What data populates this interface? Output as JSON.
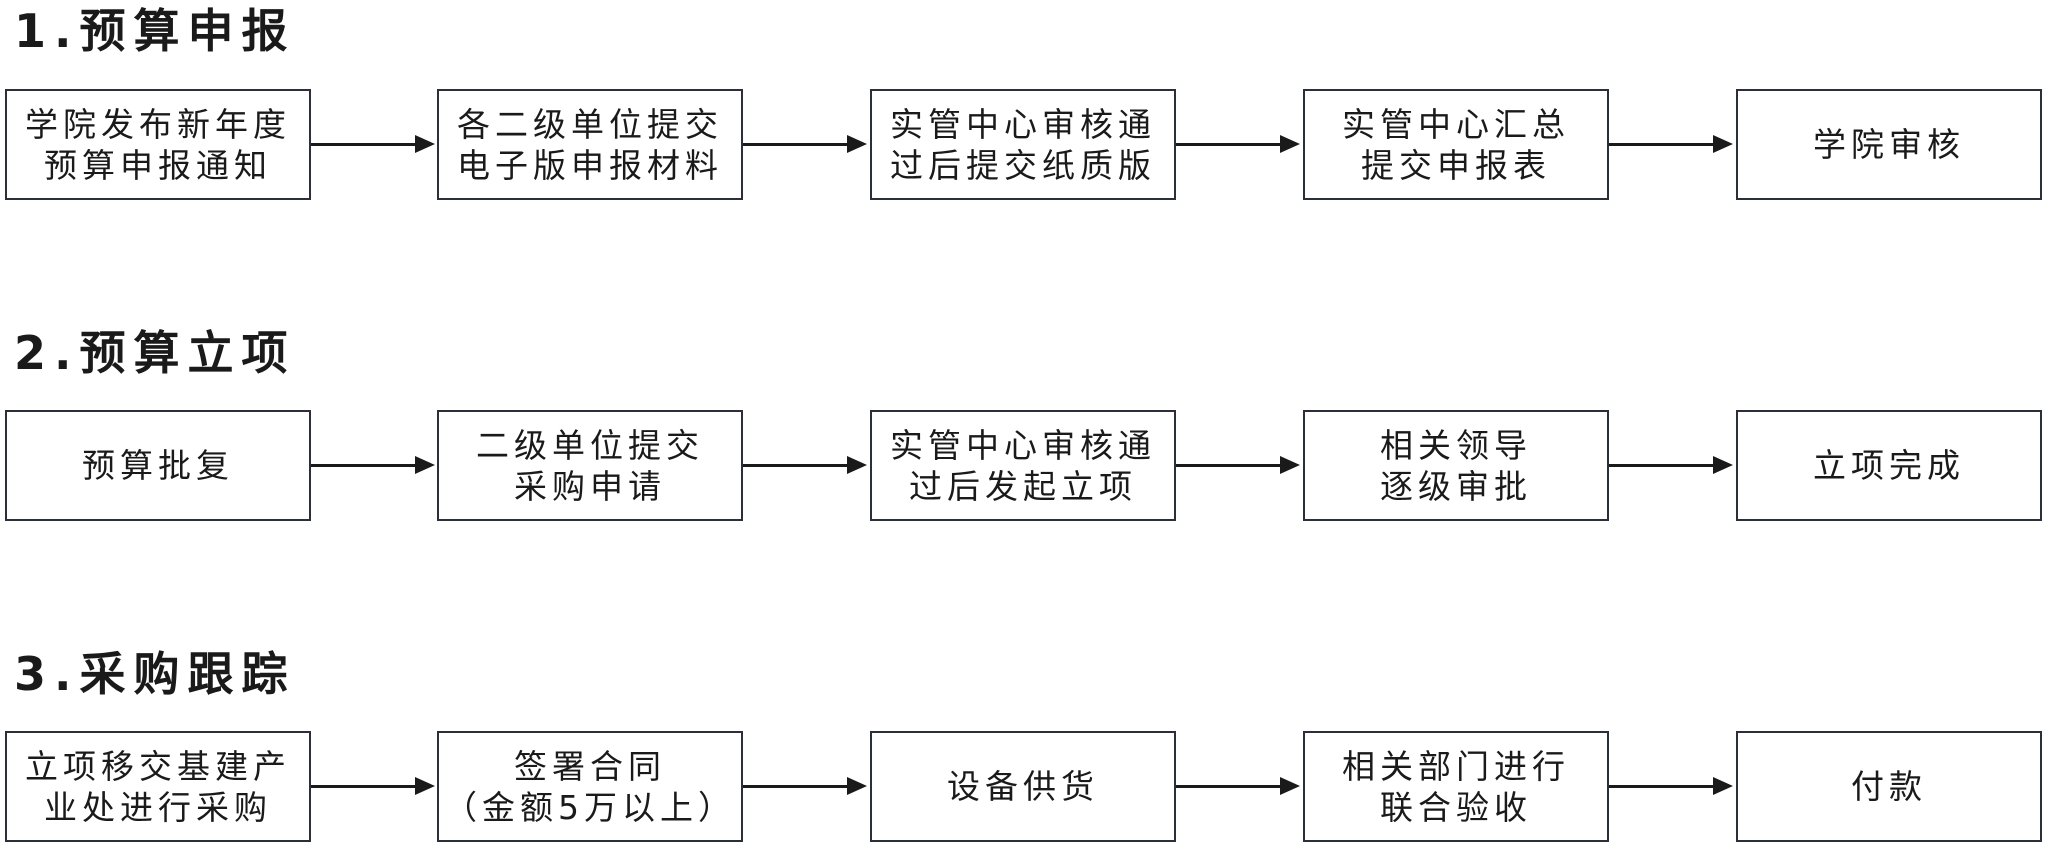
{
  "sections": [
    {
      "title": "1.预算申报",
      "steps": [
        {
          "lines": [
            "学院发布新年度",
            "预算申报通知"
          ]
        },
        {
          "lines": [
            "各二级单位提交",
            "电子版申报材料"
          ]
        },
        {
          "lines": [
            "实管中心审核通",
            "过后提交纸质版"
          ]
        },
        {
          "lines": [
            "实管中心汇总",
            "提交申报表"
          ]
        },
        {
          "lines": [
            "学院审核"
          ]
        }
      ]
    },
    {
      "title": "2.预算立项",
      "steps": [
        {
          "lines": [
            "预算批复"
          ]
        },
        {
          "lines": [
            "二级单位提交",
            "采购申请"
          ]
        },
        {
          "lines": [
            "实管中心审核通",
            "过后发起立项"
          ]
        },
        {
          "lines": [
            "相关领导",
            "逐级审批"
          ]
        },
        {
          "lines": [
            "立项完成"
          ]
        }
      ]
    },
    {
      "title": "3.采购跟踪",
      "steps": [
        {
          "lines": [
            "立项移交基建产",
            "业处进行采购"
          ]
        },
        {
          "lines": [
            "签署合同",
            "（金额5万以上）"
          ]
        },
        {
          "lines": [
            "设备供货"
          ]
        },
        {
          "lines": [
            "相关部门进行",
            "联合验收"
          ]
        },
        {
          "lines": [
            "付款"
          ]
        }
      ]
    }
  ]
}
